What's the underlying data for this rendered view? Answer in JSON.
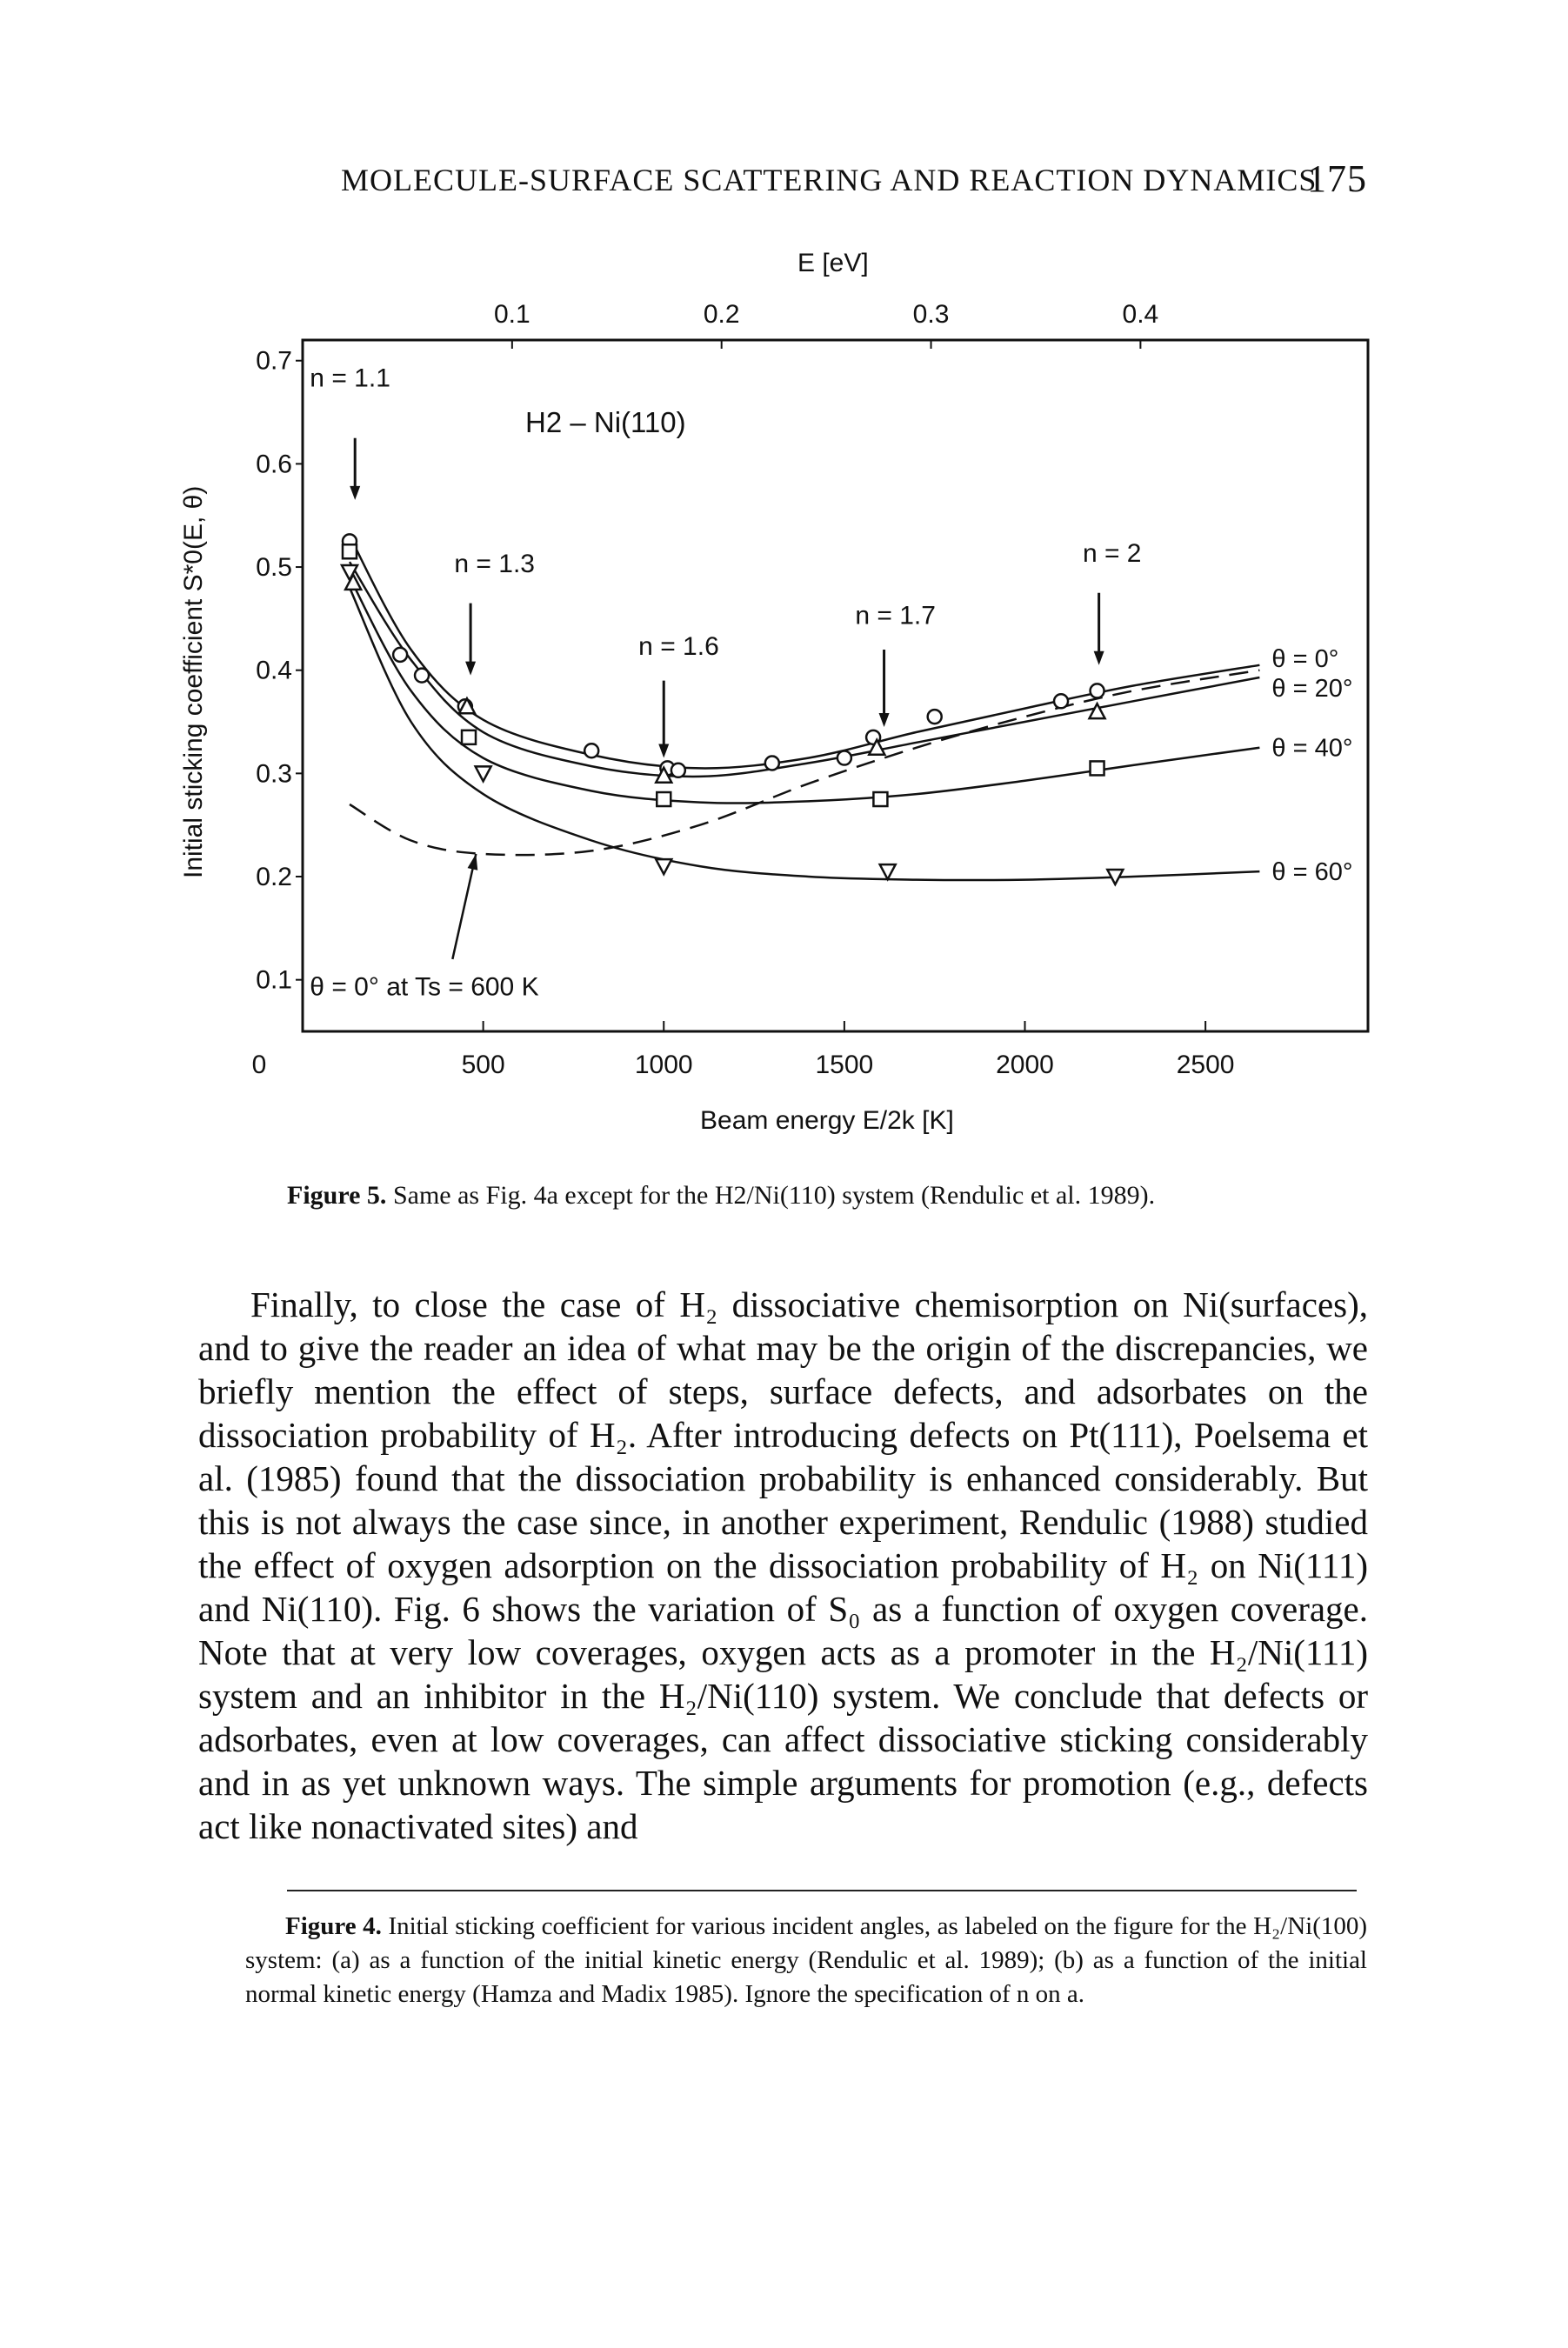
{
  "header": {
    "running_title": "MOLECULE-SURFACE SCATTERING AND REACTION DYNAMICS",
    "page_number": "175"
  },
  "figure": {
    "caption_label": "Figure 5.",
    "caption_text": "Same as Fig. 4a except for the H2/Ni(110) system (Rendulic et al. 1989)."
  },
  "chart_data": {
    "type": "scatter",
    "title": "H2 – Ni(110)",
    "xlabel": "Beam energy E/2k [K]",
    "x2label": "E [eV]",
    "ylabel": "Initial sticking coefficient S*0(E, θ)",
    "xlim": [
      0,
      2950
    ],
    "ylim": [
      0.05,
      0.72
    ],
    "x_ticks": [
      0,
      500,
      1000,
      1500,
      2000,
      2500
    ],
    "y_ticks": [
      0.1,
      0.2,
      0.3,
      0.4,
      0.5,
      0.6,
      0.7
    ],
    "x2_ticks": [
      0.1,
      0.2,
      0.3,
      0.4
    ],
    "ev_to_k": 5800,
    "annotations": [
      {
        "text": "n = 1.1",
        "x": 20,
        "y": 0.675
      },
      {
        "text": "n = 1.3",
        "x": 420,
        "y": 0.495
      },
      {
        "text": "n = 1.6",
        "x": 930,
        "y": 0.415
      },
      {
        "text": "n = 1.7",
        "x": 1530,
        "y": 0.445
      },
      {
        "text": "n = 2",
        "x": 2160,
        "y": 0.505
      },
      {
        "text": "θ = 0° at Ts = 600 K",
        "x": 20,
        "y": 0.085
      }
    ],
    "arrows": [
      {
        "x": 145,
        "y_from": 0.625,
        "y_to": 0.565
      },
      {
        "x": 465,
        "y_from": 0.465,
        "y_to": 0.395
      },
      {
        "x": 1000,
        "y_from": 0.39,
        "y_to": 0.315
      },
      {
        "x": 1610,
        "y_from": 0.42,
        "y_to": 0.345
      },
      {
        "x": 2205,
        "y_from": 0.475,
        "y_to": 0.405
      }
    ],
    "pointer": {
      "from": [
        415,
        0.12
      ],
      "to": [
        480,
        0.222
      ]
    },
    "series": [
      {
        "name": "θ = 0°",
        "marker": "circle",
        "x": [
          130,
          270,
          330,
          450,
          800,
          1010,
          1040,
          1300,
          1500,
          1580,
          1750,
          2100,
          2200
        ],
        "y": [
          0.525,
          0.415,
          0.395,
          0.365,
          0.322,
          0.305,
          0.303,
          0.31,
          0.315,
          0.335,
          0.355,
          0.37,
          0.38
        ],
        "curve_x": [
          130,
          300,
          500,
          800,
          1100,
          1400,
          1700,
          2000,
          2300,
          2650
        ],
        "curve_y": [
          0.53,
          0.42,
          0.352,
          0.318,
          0.305,
          0.315,
          0.34,
          0.363,
          0.385,
          0.405
        ]
      },
      {
        "name": "θ = 20°",
        "marker": "triangle-up",
        "x": [
          140,
          455,
          1000,
          1590,
          2200
        ],
        "y": [
          0.485,
          0.365,
          0.298,
          0.325,
          0.36
        ],
        "curve_x": [
          130,
          300,
          500,
          800,
          1100,
          1400,
          1700,
          2000,
          2300,
          2650
        ],
        "curve_y": [
          0.505,
          0.41,
          0.34,
          0.307,
          0.297,
          0.31,
          0.33,
          0.35,
          0.37,
          0.393
        ]
      },
      {
        "name": "θ = 40°",
        "marker": "square",
        "x": [
          130,
          460,
          1000,
          1600,
          2200
        ],
        "y": [
          0.515,
          0.335,
          0.275,
          0.275,
          0.305
        ],
        "curve_x": [
          130,
          300,
          500,
          800,
          1100,
          1400,
          1700,
          2000,
          2300,
          2650
        ],
        "curve_y": [
          0.49,
          0.38,
          0.315,
          0.283,
          0.272,
          0.273,
          0.28,
          0.293,
          0.308,
          0.325
        ]
      },
      {
        "name": "θ = 60°",
        "marker": "triangle-down",
        "x": [
          130,
          500,
          1000,
          1620,
          2250
        ],
        "y": [
          0.495,
          0.3,
          0.21,
          0.205,
          0.2
        ],
        "curve_x": [
          130,
          300,
          500,
          800,
          1100,
          1400,
          1700,
          2000,
          2300,
          2650
        ],
        "curve_y": [
          0.48,
          0.35,
          0.28,
          0.235,
          0.21,
          0.2,
          0.197,
          0.197,
          0.2,
          0.205
        ]
      },
      {
        "name": "θ = 0° at Ts = 600 K",
        "marker": "none",
        "style": "dashed",
        "curve_x": [
          130,
          300,
          500,
          800,
          1100,
          1400,
          1700,
          2000,
          2300,
          2650
        ],
        "curve_y": [
          0.27,
          0.235,
          0.222,
          0.225,
          0.25,
          0.29,
          0.325,
          0.355,
          0.38,
          0.4
        ]
      }
    ]
  },
  "body": {
    "paragraph": "Finally, to close the case of H₂ dissociative chemisorption on Ni(surfaces), and to give the reader an idea of what may be the origin of the discrepancies, we briefly mention the effect of steps, surface defects, and adsorbates on the dissociation probability of H₂. After introducing defects on Pt(111), Poelsema et al. (1985) found that the dissociation probability is enhanced considerably. But this is not always the case since, in another experiment, Rendulic (1988) studied the effect of oxygen adsorption on the dissociation probability of H₂ on Ni(111) and Ni(110). Fig. 6 shows the variation of S₀ as a function of oxygen coverage. Note that at very low coverages, oxygen acts as a promoter in the H₂/Ni(111) system and an inhibitor in the H₂/Ni(110) system. We conclude that defects or adsorbates, even at low coverages, can affect dissociative sticking considerably and in as yet unknown ways. The simple arguments for promotion (e.g., defects act like nonactivated sites) and"
  },
  "footnote": {
    "label": "Figure 4.",
    "text": "Initial sticking coefficient for various incident angles, as labeled on the figure for the H₂/Ni(100) system: (a) as a function of the initial kinetic energy (Rendulic et al. 1989); (b) as a function of the initial normal kinetic energy (Hamza and Madix 1985). Ignore the specification of n on a."
  }
}
